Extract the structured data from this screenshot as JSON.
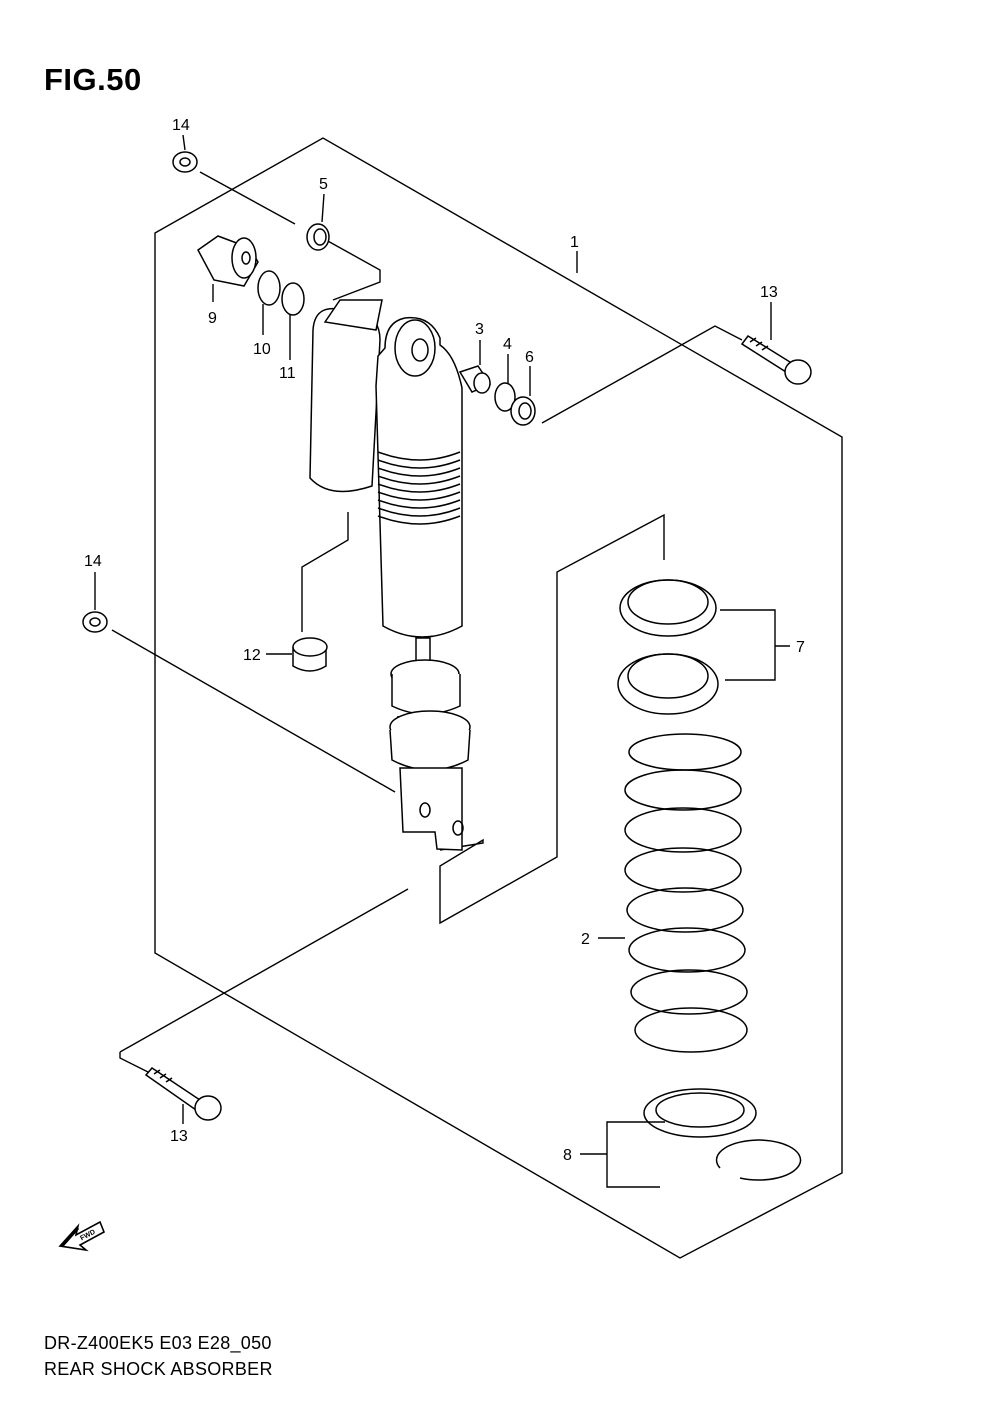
{
  "figure": {
    "title": "FIG.50"
  },
  "footer": {
    "model_code": "DR-Z400EK5 E03 E28_050",
    "part_name": "REAR SHOCK ABSORBER"
  },
  "fwd_marker": {
    "label": "FWD",
    "icon": "fwd-arrow-icon"
  },
  "callouts": [
    {
      "id": "c14a",
      "number": "14"
    },
    {
      "id": "c5",
      "number": "5"
    },
    {
      "id": "c1",
      "number": "1"
    },
    {
      "id": "c13a",
      "number": "13"
    },
    {
      "id": "c9",
      "number": "9"
    },
    {
      "id": "c10",
      "number": "10"
    },
    {
      "id": "c11",
      "number": "11"
    },
    {
      "id": "c3",
      "number": "3"
    },
    {
      "id": "c4",
      "number": "4"
    },
    {
      "id": "c6",
      "number": "6"
    },
    {
      "id": "c14b",
      "number": "14"
    },
    {
      "id": "c12",
      "number": "12"
    },
    {
      "id": "c7",
      "number": "7"
    },
    {
      "id": "c2",
      "number": "2"
    },
    {
      "id": "c13b",
      "number": "13"
    },
    {
      "id": "c8",
      "number": "8"
    }
  ]
}
